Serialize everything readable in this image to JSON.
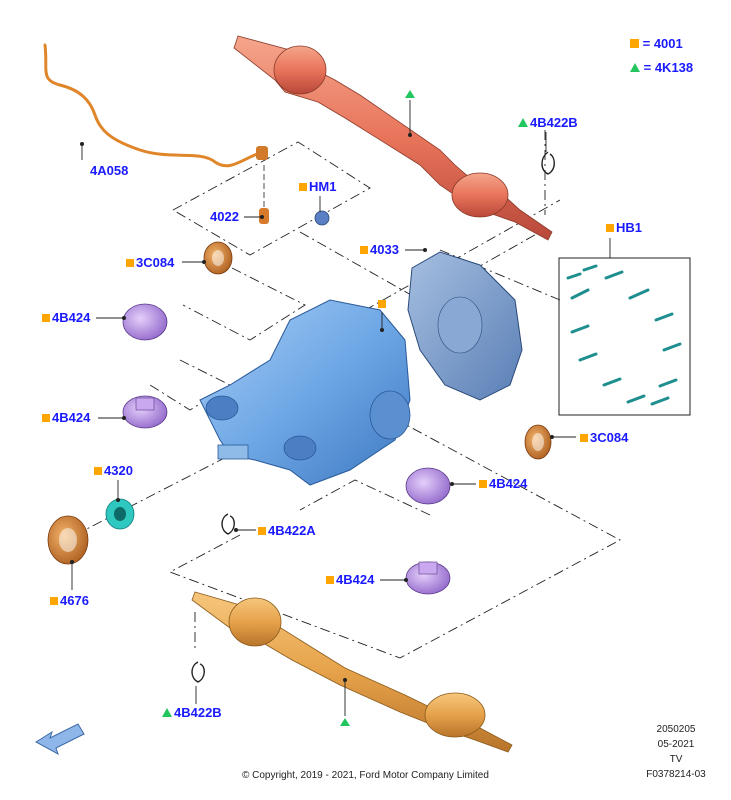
{
  "colors": {
    "label": "#1a1aff",
    "square_marker": "#ffa500",
    "triangle_marker": "#22c55e",
    "halfshaft_upper": "#e8745a",
    "halfshaft_lower": "#e6a24a",
    "housing": "#6fa8e6",
    "cover": "#7a9ccc",
    "seal": "#d07a2a",
    "plug": "#b58de0",
    "nut": "#2fc8c0",
    "bolt": "#2fbfc0",
    "arrow": "#8fb6e8"
  },
  "legend": {
    "square_value": "= 4001",
    "triangle_value": "= 4K138"
  },
  "labels": {
    "l_4A058": "4A058",
    "l_4022": "4022",
    "l_HM1": "HM1",
    "l_3C084_left": "3C084",
    "l_4033": "4033",
    "l_4B424_top": "4B424",
    "l_4B424_mid": "4B424",
    "l_4320": "4320",
    "l_4676": "4676",
    "l_4B422A": "4B422A",
    "l_4B424_right": "4B424",
    "l_4B424_bottom": "4B424",
    "l_3C084_right": "3C084",
    "l_HB1": "HB1",
    "l_4B422B_top": "4B422B",
    "l_4B422B_bottom": "4B422B"
  },
  "footer": {
    "copyright": "© Copyright, 2019 - 2021, Ford Motor Company Limited",
    "ref_line1": "2050205",
    "ref_line2": "05-2021",
    "ref_line3": "TV",
    "ref_line4": "F0378214-03"
  },
  "icons": {
    "direction_arrow": "front-direction-arrow-icon"
  }
}
